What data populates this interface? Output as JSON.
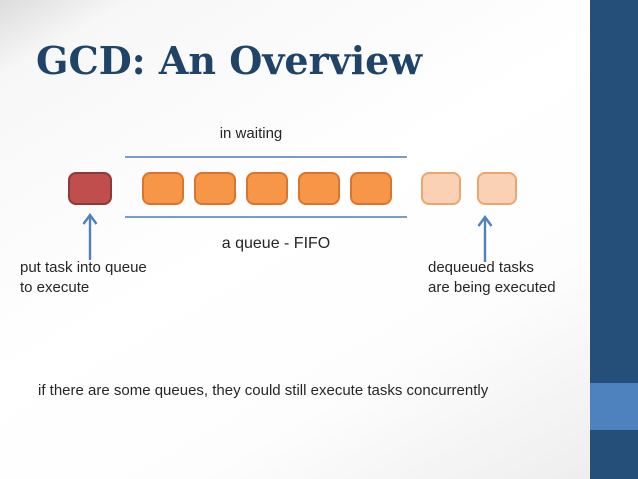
{
  "title": "GCD: An Overview",
  "diagram": {
    "in_waiting_label": "in waiting",
    "fifo_label": "a queue - FIFO",
    "queue": {
      "executing_count": 1,
      "executing_fill": "#BF4E4D",
      "executing_border": "#8E3A38",
      "waiting_count": 5,
      "waiting_fill": "#F79646",
      "waiting_border": "#D9752E",
      "dequeued_count": 2,
      "dequeued_fill": "#FAD1B5",
      "dequeued_border": "#EBA66E"
    },
    "arrow_color": "#4F81BD",
    "line_color": "#7B9BC8"
  },
  "captions": {
    "left_line1": "put task into queue",
    "left_line2": "to execute",
    "right_line1": "dequeued tasks",
    "right_line2": "are being executed",
    "bottom_note": "if there are some queues, they could still execute tasks concurrently"
  },
  "colors": {
    "title": "#1F4468",
    "accent_bar": "#254F79",
    "accent_bar_highlight": "#4E82BE",
    "body_text": "#262626"
  }
}
